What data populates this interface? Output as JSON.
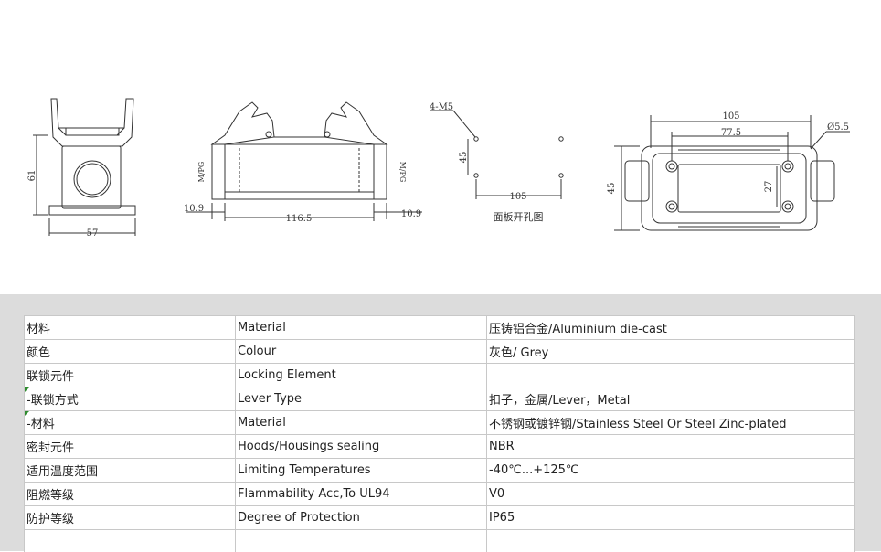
{
  "drawing": {
    "dims": {
      "front_height": "61",
      "front_width": "57",
      "side_left": "10.9",
      "side_mid": "116.5",
      "side_right": "10.9",
      "side_label": "M/PG",
      "holes_label": "4-M5",
      "holes_v": "45",
      "holes_h": "105",
      "holes_caption": "面板开孔图",
      "top_outer": "105",
      "top_inner": "77.5",
      "top_hole": "Ø5.5",
      "top_height": "45",
      "top_inner_h": "27"
    }
  },
  "spec": {
    "rows": [
      {
        "cn": "材料",
        "en": "Material",
        "val": "压铸铝合金/Aluminium die-cast",
        "mark": false
      },
      {
        "cn": "颜色",
        "en": "Colour",
        "val": "灰色/ Grey",
        "mark": false
      },
      {
        "cn": "联锁元件",
        "en": "Locking Element",
        "val": "",
        "mark": false
      },
      {
        "cn": " -联锁方式",
        "en": "Lever Type",
        "val": "扣子，金属/Lever，Metal",
        "mark": true
      },
      {
        "cn": " -材料",
        "en": "Material",
        "val": "不锈钢或镀锌钢/Stainless Steel Or Steel Zinc-plated",
        "mark": true
      },
      {
        "cn": "密封元件",
        "en": "Hoods/Housings sealing",
        "val": "NBR",
        "mark": false
      },
      {
        "cn": "适用温度范围",
        "en": "Limiting Temperatures",
        "val": "-40℃...+125℃",
        "mark": false
      },
      {
        "cn": "阻燃等级",
        "en": "Flammability Acc,To UL94",
        "val": "V0",
        "mark": false
      },
      {
        "cn": "防护等级",
        "en": "Degree of Protection",
        "val": "IP65",
        "mark": false
      }
    ]
  }
}
